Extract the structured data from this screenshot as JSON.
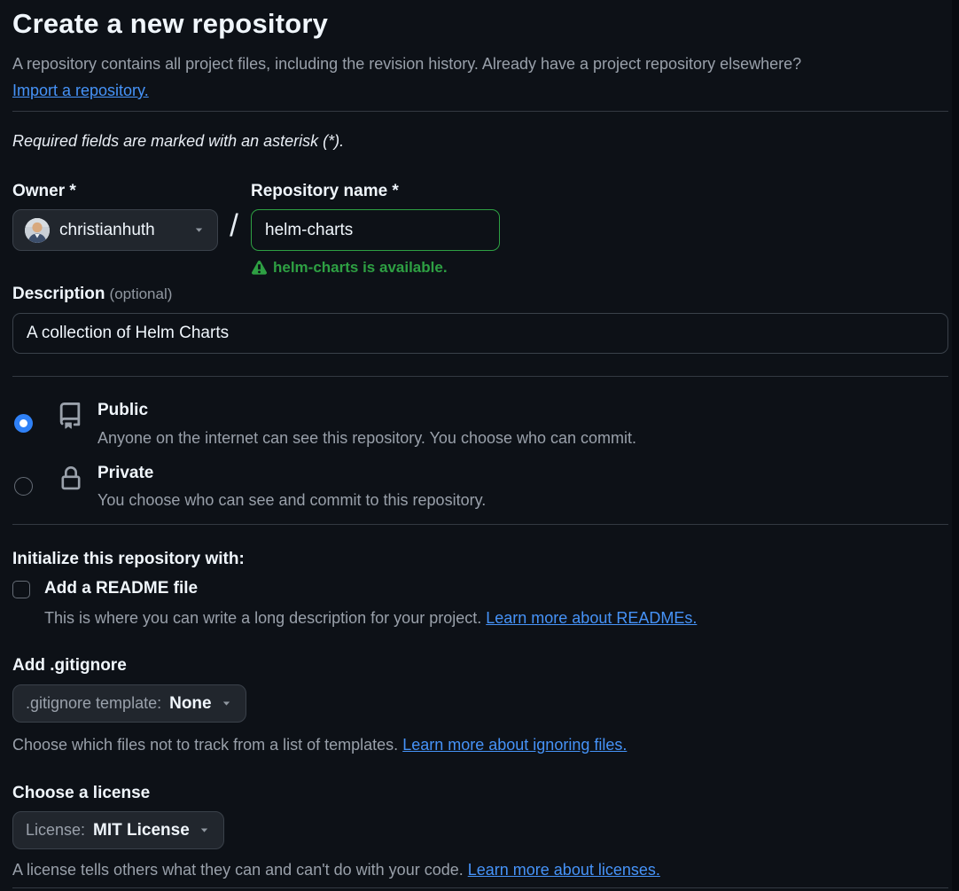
{
  "page": {
    "title": "Create a new repository",
    "intro": "A repository contains all project files, including the revision history. Already have a project repository elsewhere?",
    "import_link": "Import a repository.",
    "required_note": "Required fields are marked with an asterisk (*)."
  },
  "owner": {
    "label": "Owner *",
    "selected": "christianhuth",
    "separator": "/"
  },
  "repo_name": {
    "label": "Repository name *",
    "value": "helm-charts",
    "availability": "helm-charts is available."
  },
  "description": {
    "label": "Description",
    "optional": "(optional)",
    "value": "A collection of Helm Charts"
  },
  "visibility": {
    "public": {
      "title": "Public",
      "description": "Anyone on the internet can see this repository. You choose who can commit.",
      "selected": true
    },
    "private": {
      "title": "Private",
      "description": "You choose who can see and commit to this repository.",
      "selected": false
    }
  },
  "initialize": {
    "heading": "Initialize this repository with:",
    "readme": {
      "label": "Add a README file",
      "checked": false,
      "hint": "This is where you can write a long description for your project.",
      "link": "Learn more about READMEs."
    }
  },
  "gitignore": {
    "heading": "Add .gitignore",
    "button_label": ".gitignore template:",
    "button_value": "None",
    "hint": "Choose which files not to track from a list of templates.",
    "link": "Learn more about ignoring files."
  },
  "license": {
    "heading": "Choose a license",
    "button_label": "License:",
    "button_value": "MIT License",
    "hint": "A license tells others what they can and can't do with your code.",
    "link": "Learn more about licenses."
  },
  "icons": {
    "chevron": "chevron-down-icon",
    "alert": "alert-triangle-icon",
    "public": "repo-book-icon",
    "private": "lock-icon",
    "avatar": "user-avatar"
  },
  "colors": {
    "background": "#0d1117",
    "text_primary": "#f0f6fc",
    "text_muted": "#99a0aa",
    "link_blue": "#4693f8",
    "success_green": "#2ea043",
    "radio_blue": "#2f81f7",
    "button_bg": "#21262d"
  }
}
